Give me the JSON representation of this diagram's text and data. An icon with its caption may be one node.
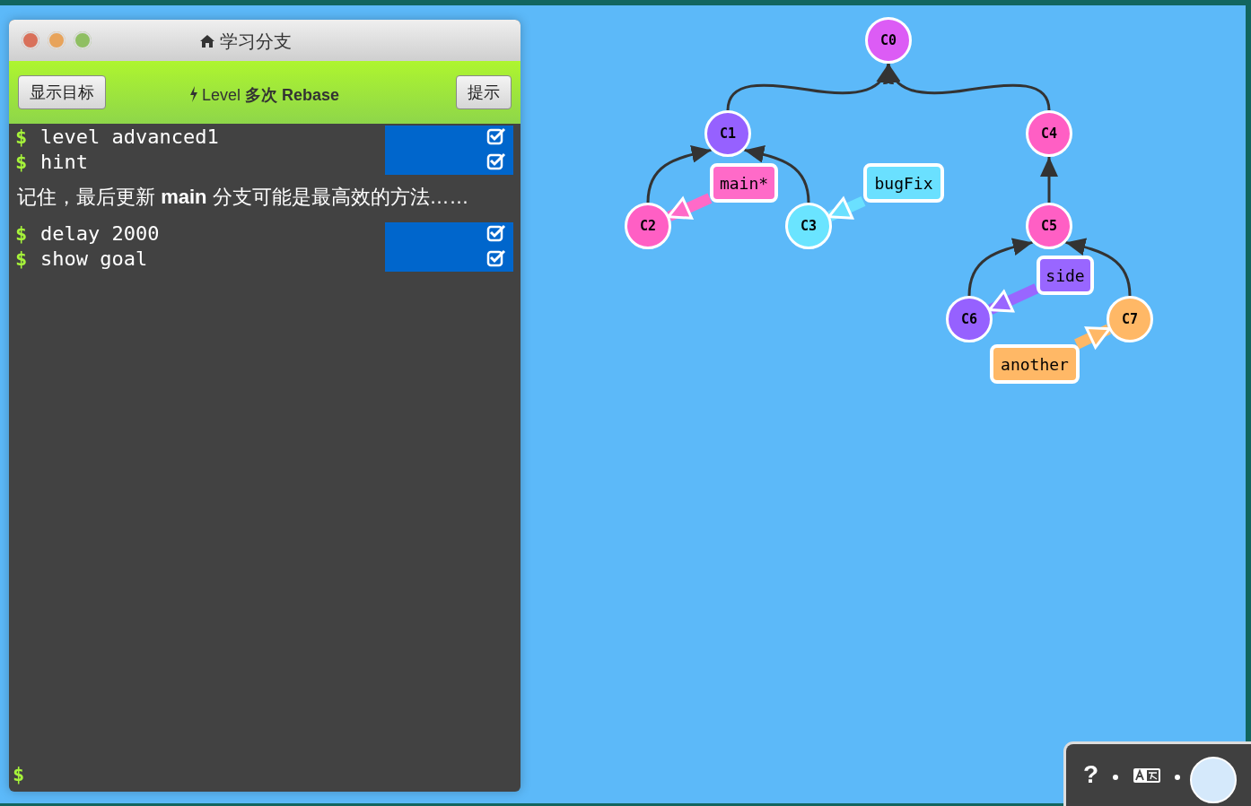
{
  "diagram": {
    "title": "学习分支",
    "nodes": [
      {
        "text": [
          "C0"
        ]
      },
      {
        "text": [
          "C1"
        ]
      },
      {
        "text": [
          "C4"
        ]
      },
      {
        "text": [
          "main*"
        ]
      },
      {
        "text": [
          "bugFix"
        ]
      },
      {
        "text": [
          "C2"
        ]
      },
      {
        "text": [
          "C3"
        ]
      },
      {
        "text": [
          "C5"
        ]
      },
      {
        "text": [
          "side"
        ]
      },
      {
        "text": [
          "C6"
        ]
      },
      {
        "text": [
          "C7"
        ]
      },
      {
        "text": [
          "another"
        ]
      }
    ],
    "edges": [
      {
        "from": 1,
        "to": 0,
        "arrow": "to"
      },
      {
        "from": 2,
        "to": 0,
        "arrow": "to"
      },
      {
        "from": 5,
        "to": 1,
        "arrow": "to"
      },
      {
        "from": 6,
        "to": 1,
        "arrow": "to"
      },
      {
        "from": 7,
        "to": 2,
        "arrow": "to"
      },
      {
        "from": 9,
        "to": 7,
        "arrow": "to"
      },
      {
        "from": 10,
        "to": 7,
        "arrow": "to"
      },
      {
        "from": 3,
        "to": 5,
        "arrow": "to",
        "style": "thick",
        "color": "#ff6ac8"
      },
      {
        "from": 4,
        "to": 6,
        "arrow": "to",
        "style": "thick",
        "color": "#6ae0ff"
      },
      {
        "from": 8,
        "to": 9,
        "arrow": "to",
        "style": "thick",
        "color": "#9966ff"
      },
      {
        "from": 11,
        "to": 10,
        "arrow": "to",
        "style": "thick",
        "color": "#ffb866"
      }
    ],
    "labels": [
      "显示目标",
      "Level **多次 Rebase**",
      "提示",
      "$",
      "level advanced1",
      "$",
      "hint",
      "记住，最后更新 **main** 分支可能是最高效的方法……",
      "$",
      "delay 2000",
      "$",
      "show goal",
      "$",
      "?"
    ]
  }
}
